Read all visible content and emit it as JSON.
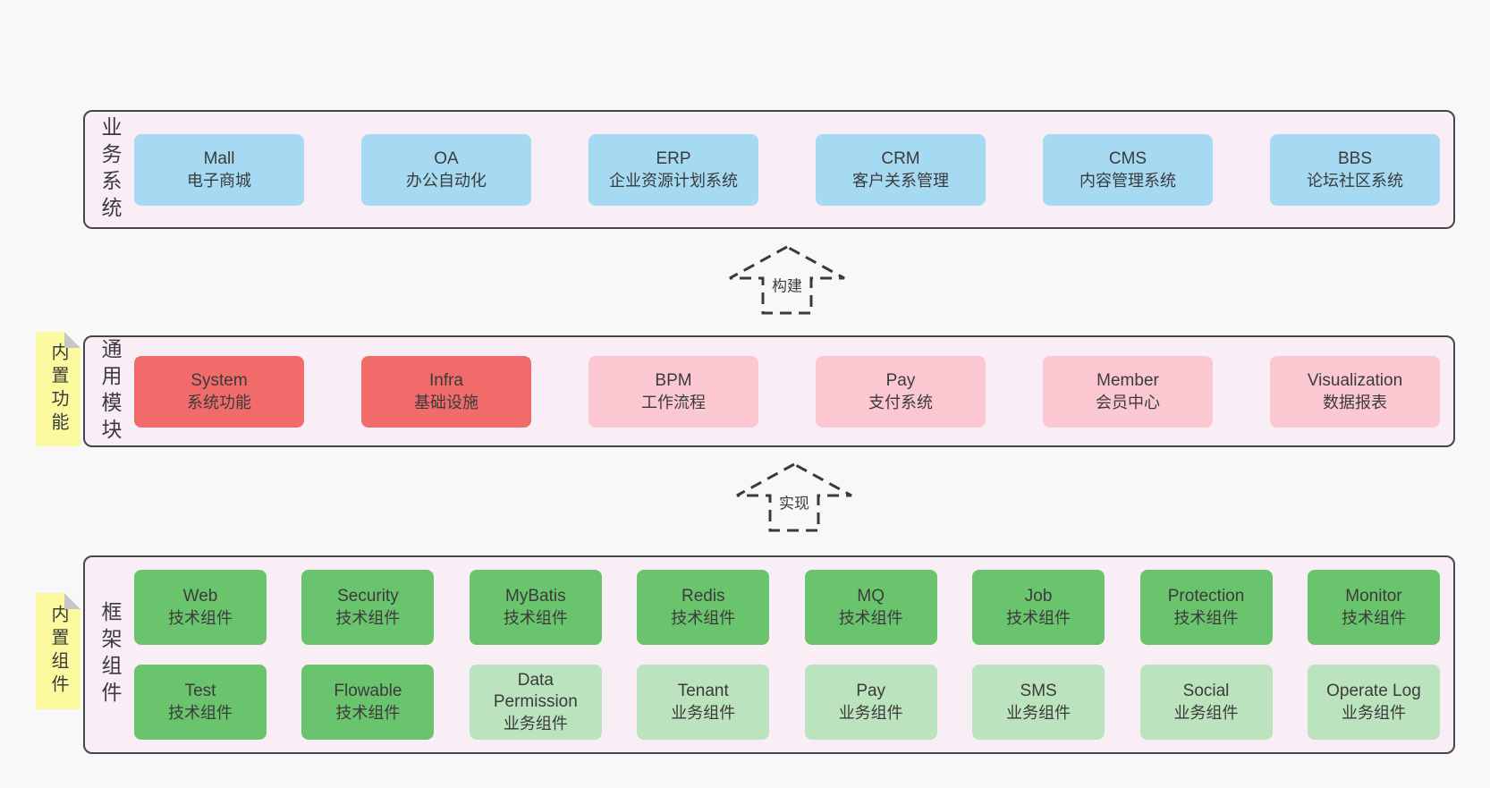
{
  "colors": {
    "page_bg": "#f8f8f8",
    "band_bg": "#f9edf6",
    "outline": "#46464b",
    "dash": "#3a3a3a",
    "sticky": "#fbfa9e",
    "blue": "#a6d9f2",
    "red": "#f16b6b",
    "pink": "#fbc8d2",
    "green": "#6ac46d",
    "green_light": "#bbe3bd"
  },
  "arrows": [
    {
      "label": "构建"
    },
    {
      "label": "实现"
    }
  ],
  "bands": [
    {
      "label": "业务系统",
      "boxes": [
        {
          "name": "Mall",
          "desc": "电子商城",
          "color": "#a6d9f2"
        },
        {
          "name": "OA",
          "desc": "办公自动化",
          "color": "#a6d9f2"
        },
        {
          "name": "ERP",
          "desc": "企业资源计划系统",
          "color": "#a6d9f2"
        },
        {
          "name": "CRM",
          "desc": "客户关系管理",
          "color": "#a6d9f2"
        },
        {
          "name": "CMS",
          "desc": "内容管理系统",
          "color": "#a6d9f2"
        },
        {
          "name": "BBS",
          "desc": "论坛社区系统",
          "color": "#a6d9f2"
        }
      ]
    },
    {
      "label": "通用模块",
      "sticky": "内置功能",
      "boxes": [
        {
          "name": "System",
          "desc": "系统功能",
          "color": "#f16b6b"
        },
        {
          "name": "Infra",
          "desc": "基础设施",
          "color": "#f16b6b"
        },
        {
          "name": "BPM",
          "desc": "工作流程",
          "color": "#fbc8d2"
        },
        {
          "name": "Pay",
          "desc": "支付系统",
          "color": "#fbc8d2"
        },
        {
          "name": "Member",
          "desc": "会员中心",
          "color": "#fbc8d2"
        },
        {
          "name": "Visualization",
          "desc": "数据报表",
          "color": "#fbc8d2"
        }
      ]
    },
    {
      "label": "框架组件",
      "sticky": "内置组件",
      "rows": [
        [
          {
            "name": "Web",
            "desc": "技术组件",
            "color": "#6ac46d"
          },
          {
            "name": "Security",
            "desc": "技术组件",
            "color": "#6ac46d"
          },
          {
            "name": "MyBatis",
            "desc": "技术组件",
            "color": "#6ac46d"
          },
          {
            "name": "Redis",
            "desc": "技术组件",
            "color": "#6ac46d"
          },
          {
            "name": "MQ",
            "desc": "技术组件",
            "color": "#6ac46d"
          },
          {
            "name": "Job",
            "desc": "技术组件",
            "color": "#6ac46d"
          },
          {
            "name": "Protection",
            "desc": "技术组件",
            "color": "#6ac46d"
          },
          {
            "name": "Monitor",
            "desc": "技术组件",
            "color": "#6ac46d"
          }
        ],
        [
          {
            "name": "Test",
            "desc": "技术组件",
            "color": "#6ac46d"
          },
          {
            "name": "Flowable",
            "desc": "技术组件",
            "color": "#6ac46d"
          },
          {
            "name": "Data Permission",
            "desc": "业务组件",
            "color": "#bbe3bd"
          },
          {
            "name": "Tenant",
            "desc": "业务组件",
            "color": "#bbe3bd"
          },
          {
            "name": "Pay",
            "desc": "业务组件",
            "color": "#bbe3bd"
          },
          {
            "name": "SMS",
            "desc": "业务组件",
            "color": "#bbe3bd"
          },
          {
            "name": "Social",
            "desc": "业务组件",
            "color": "#bbe3bd"
          },
          {
            "name": "Operate Log",
            "desc": "业务组件",
            "color": "#bbe3bd"
          }
        ]
      ]
    }
  ]
}
